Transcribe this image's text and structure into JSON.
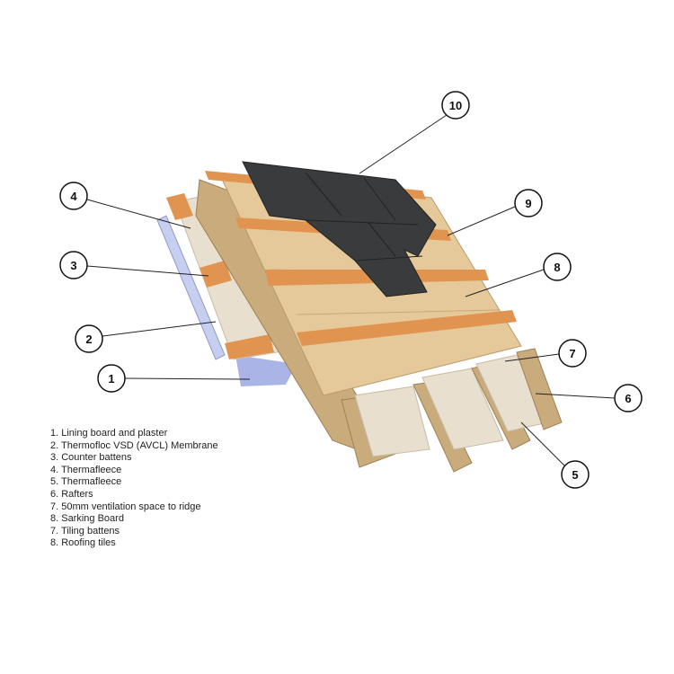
{
  "callouts": [
    "10",
    "9",
    "8",
    "7",
    "6",
    "5",
    "4",
    "3",
    "2",
    "1"
  ],
  "legend": [
    "1. Lining board and plaster",
    "2. Thermofloc VSD (AVCL) Membrane",
    "3. Counter battens",
    "4. Thermafleece",
    "5. Thermafleece",
    "6. Rafters",
    "7. 50mm ventilation space to ridge",
    "8. Sarking Board",
    "7. Tiling battens",
    "8. Roofing tiles"
  ],
  "colors": {
    "tiles": "#3a3b3d",
    "battens": "#e0944f",
    "sarking": "#e6c99a",
    "rafter": "#c9ab7c",
    "insulation": "#e8dfcf",
    "membrane": "#aab4e6"
  }
}
